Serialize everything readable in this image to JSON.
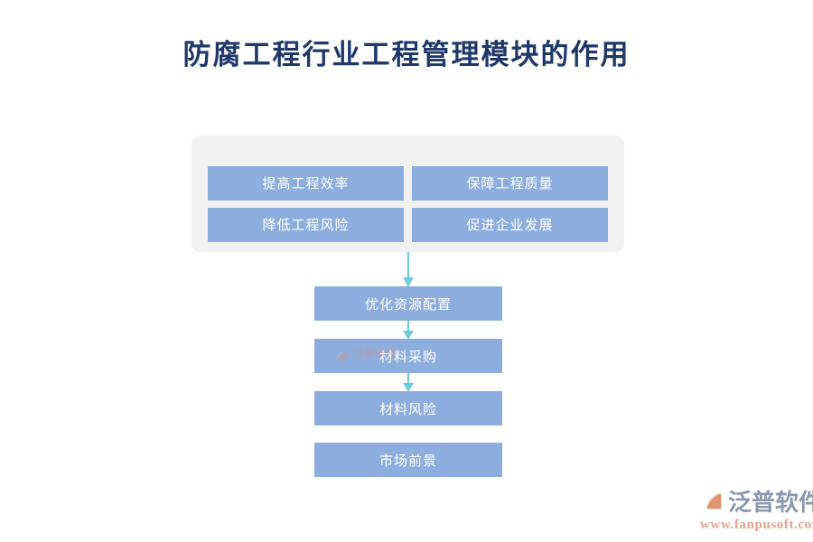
{
  "title": "防腐工程行业工程管理模块的作用",
  "colors": {
    "title": "#20386a",
    "node_fill": "#8daddf",
    "node_text": "#ffffff",
    "panel_fill": "#f1f1f1",
    "arrow": "#6ecbd6",
    "logo_name": "#8d97ad",
    "logo_url": "#e0a18d",
    "logo_mark_outer": "#8b9ab5",
    "logo_mark_inner": "#e29470",
    "background": "#ffffff"
  },
  "top_panel": {
    "items": [
      {
        "label": "提高工程效率"
      },
      {
        "label": "保障工程质量"
      },
      {
        "label": "降低工程风险"
      },
      {
        "label": "促进企业发展"
      }
    ]
  },
  "flow": {
    "nodes": [
      {
        "label": "优化资源配置"
      },
      {
        "label": "材料采购"
      },
      {
        "label": "材料风险"
      },
      {
        "label": "市场前景"
      }
    ],
    "arrows": [
      {
        "name": "arrow-panel-to-node-0"
      },
      {
        "name": "arrow-node-0-to-node-1"
      },
      {
        "name": "arrow-node-1-to-node-2"
      }
    ]
  },
  "watermark": {
    "name": "泛普软件",
    "sub": "FANPU SOFTWARE"
  },
  "logo": {
    "name": "泛普软件",
    "url": "www.fanpusoft.com"
  }
}
